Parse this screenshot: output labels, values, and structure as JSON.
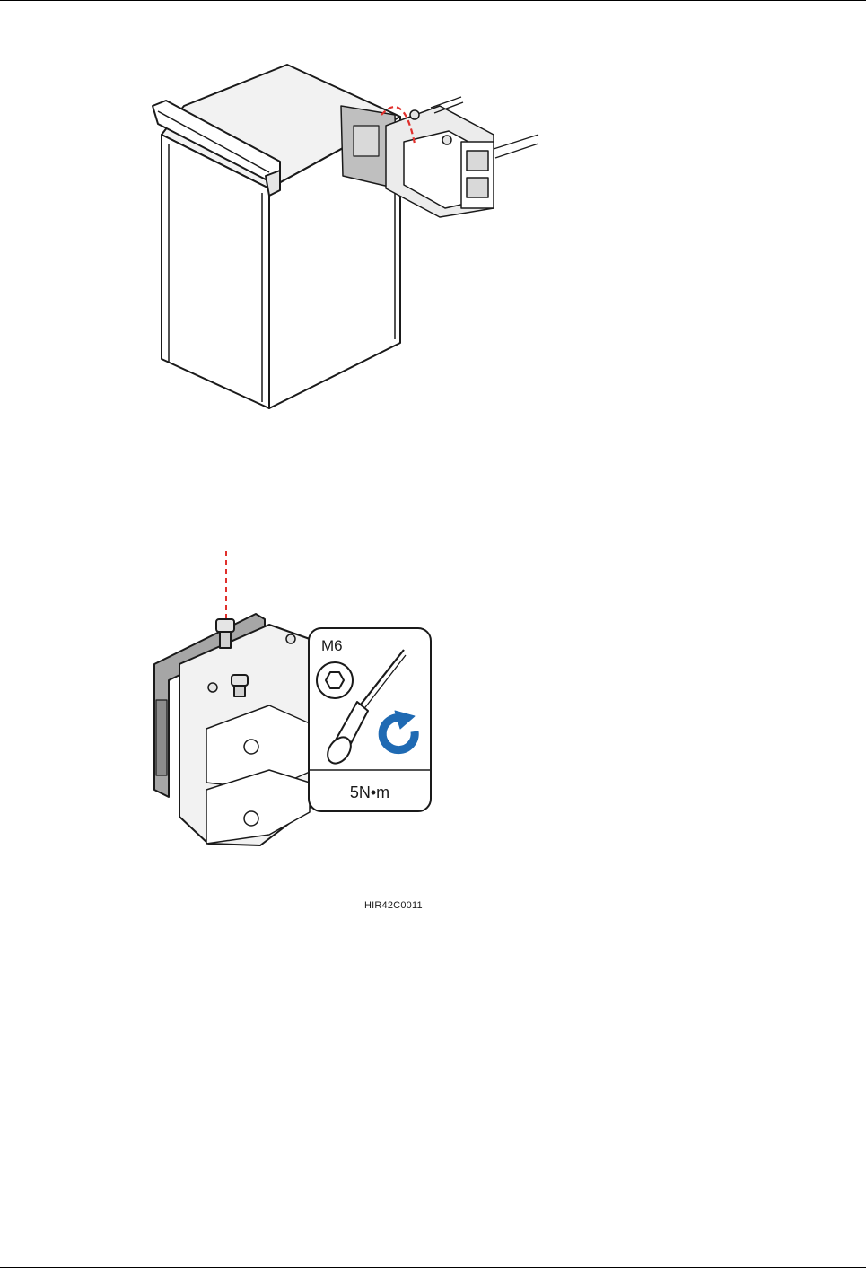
{
  "figure_1": {
    "description_icons": [
      "cabinet-icon",
      "mounting-bracket-icon"
    ]
  },
  "figure_2": {
    "screw_size": "M6",
    "torque": "5N•m",
    "icons": [
      "hex-socket-icon",
      "screwdriver-icon",
      "clockwise-arrow-icon"
    ]
  },
  "figure_code": "HIR42C0011",
  "colors": {
    "line": "#1a1a1a",
    "panel_gray": "#d9d9d9",
    "dashed_red": "#e0302c",
    "rotate_blue": "#1f6ab3"
  }
}
